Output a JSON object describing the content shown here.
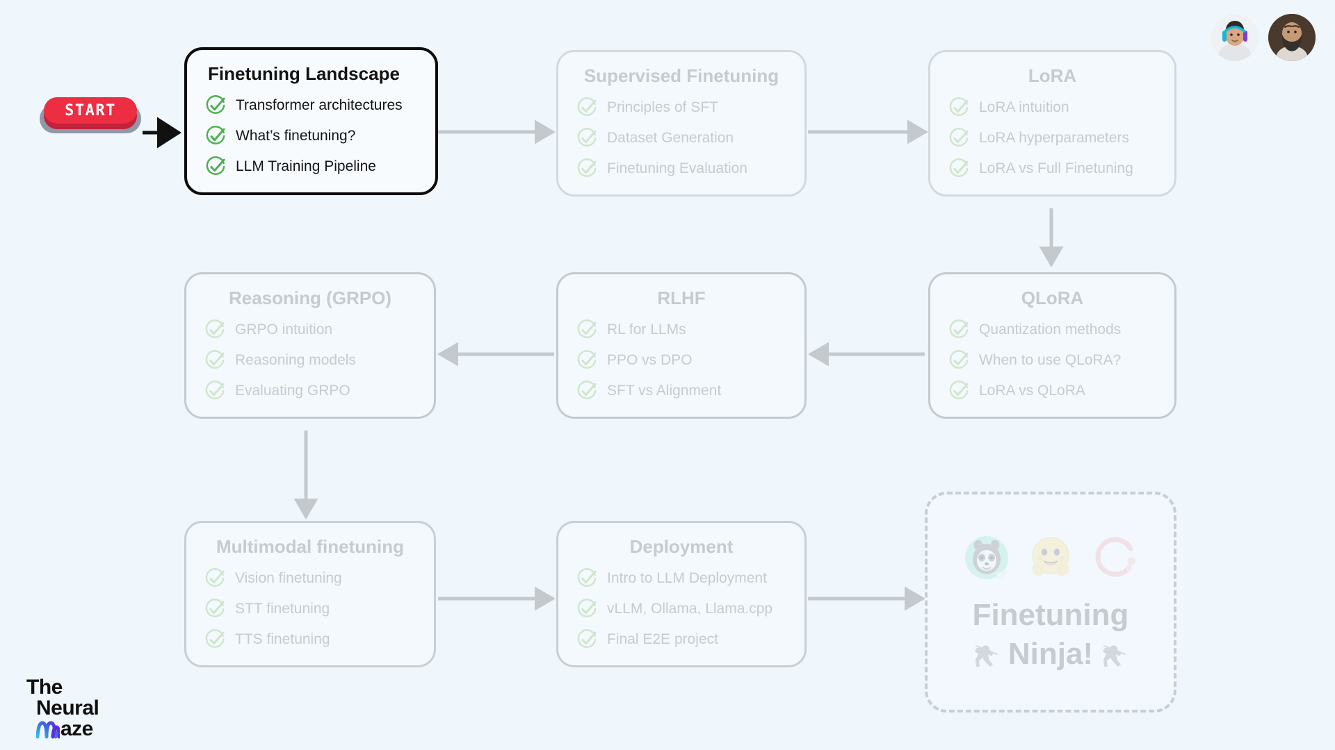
{
  "background_color": "#eff7fc",
  "start": {
    "label": "START",
    "color": "#ec2d42",
    "shadow_color": "#8f97a8"
  },
  "brand": {
    "line1": "The",
    "line2": "Neural",
    "line3_m": "M",
    "line3_rest": "aze",
    "gradient_start": "#2bc4e8",
    "gradient_end": "#5b2de0"
  },
  "avatars": [
    {
      "name": "avatar-person-headphones"
    },
    {
      "name": "avatar-person-beard"
    }
  ],
  "colors": {
    "active_text": "#121212",
    "active_border": "#0b0b0b",
    "active_check": "#4caf50",
    "muted_text": "#c6cbd0",
    "muted_check": "#cfe6cd",
    "card_border": "#c9ced3",
    "connector": "#c4c9ce"
  },
  "cards": [
    {
      "id": "finetuning-landscape",
      "title": "Finetuning Landscape",
      "state": "active",
      "items": [
        "Transformer architectures",
        "What’s finetuning?",
        "LLM Training Pipeline"
      ]
    },
    {
      "id": "supervised-finetuning",
      "title": "Supervised Finetuning",
      "state": "muted",
      "items": [
        "Principles of SFT",
        "Dataset Generation",
        "Finetuning Evaluation"
      ]
    },
    {
      "id": "lora",
      "title": "LoRA",
      "state": "muted",
      "items": [
        "LoRA intuition",
        "LoRA hyperparameters",
        "LoRA vs Full Finetuning"
      ]
    },
    {
      "id": "reasoning-grpo",
      "title": "Reasoning (GRPO)",
      "state": "muted",
      "items": [
        "GRPO intuition",
        "Reasoning models",
        "Evaluating GRPO"
      ]
    },
    {
      "id": "rlhf",
      "title": "RLHF",
      "state": "muted",
      "items": [
        "RL for LLMs",
        "PPO vs DPO",
        "SFT vs Alignment"
      ]
    },
    {
      "id": "qlora",
      "title": "QLoRA",
      "state": "muted",
      "items": [
        "Quantization methods",
        "When to use QLoRA?",
        "LoRA vs QLoRA"
      ]
    },
    {
      "id": "multimodal-finetuning",
      "title": "Multimodal finetuning",
      "state": "muted",
      "items": [
        "Vision finetuning",
        "STT finetuning",
        "TTS finetuning"
      ]
    },
    {
      "id": "deployment",
      "title": "Deployment",
      "state": "muted",
      "items": [
        "Intro to LLM Deployment",
        "vLLM, Ollama, Llama.cpp",
        "Final E2E project"
      ]
    }
  ],
  "final_card": {
    "title_line1": "Finetuning",
    "title_line2": "Ninja!",
    "logos": [
      "unsloth-sloth-logo",
      "huggingface-hugging-face-logo",
      "axolotl-ring-logo"
    ],
    "decorations": [
      "ninja-glyph-left",
      "ninja-glyph-right"
    ]
  },
  "icon_names": {
    "check": "check-circle-icon",
    "arrow": "arrow-connector-icon"
  }
}
